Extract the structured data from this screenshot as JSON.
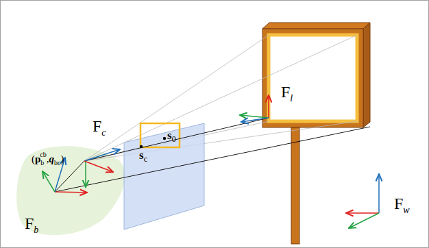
{
  "diagram": {
    "labels": [
      "Fc",
      "(pbcb, qbc)",
      "Fb",
      "s0",
      "sc",
      "Fl",
      "Fw"
    ]
  }
}
